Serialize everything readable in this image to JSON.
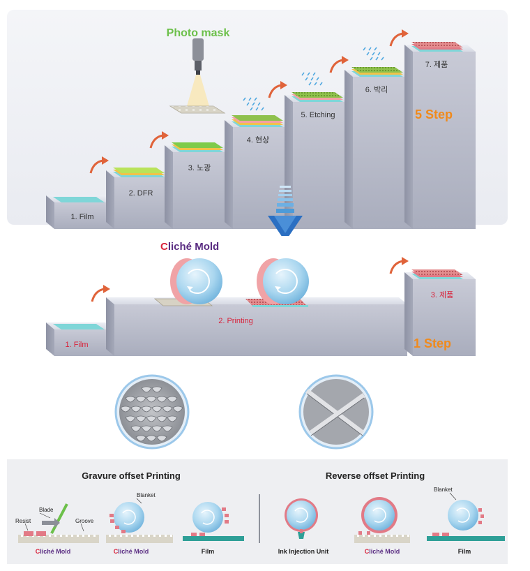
{
  "top_process": {
    "photo_mask_label": "Photo mask",
    "steps": [
      "1. Film",
      "2. DFR",
      "3. 노광",
      "4. 현상",
      "5. Etching",
      "6. 박리",
      "7. 제품"
    ],
    "step_count_label": "5 Step"
  },
  "middle_process": {
    "cliche_mold_label_c": "C",
    "cliche_mold_label_rest": "liché Mold",
    "steps": [
      "1. Film",
      "2. Printing",
      "3. 제품"
    ],
    "step_count_label": "1 Step"
  },
  "bottom_panel": {
    "gravure": {
      "title": "Gravure offset Printing",
      "labels": {
        "blade": "Blade",
        "resist": "Resist",
        "groove": "Groove",
        "blanket": "Blanket"
      },
      "captions": [
        {
          "c": "C",
          "rest": "liché Mold"
        },
        {
          "c": "C",
          "rest": "liché Mold"
        },
        {
          "c": "",
          "rest": "Film"
        }
      ]
    },
    "reverse": {
      "title": "Reverse offset Printing",
      "labels": {
        "blanket": "Blanket"
      },
      "captions": [
        {
          "c": "",
          "rest": "Ink Injection Unit"
        },
        {
          "c": "C",
          "rest": "liché Mold"
        },
        {
          "c": "",
          "rest": "Film"
        }
      ]
    }
  },
  "colors": {
    "orange_accent": "#f08a1c",
    "green_title": "#6cc04a",
    "red_label": "#d8223a",
    "purple_label": "#5a2d82",
    "step_face": "#c9ccd8",
    "film_cyan": "#7fd6d8",
    "dfr_green": "#b9e35a",
    "roller_blue": "#a9d6ef",
    "resist_pink": "#e27a86"
  }
}
